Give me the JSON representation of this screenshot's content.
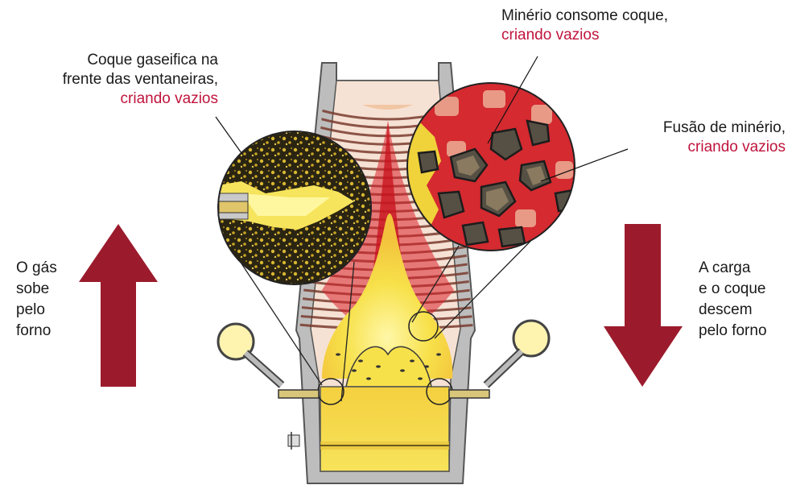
{
  "labels": {
    "coke_gasifies": {
      "line1": "Coque gaseifica na",
      "line2": "frente das ventaneiras,",
      "highlight": "criando vazios"
    },
    "ore_consumes": {
      "line1": "Minério consome coque,",
      "highlight": "criando vazios"
    },
    "ore_melting": {
      "line1": "Fusão de minério,",
      "highlight": "criando vazios"
    },
    "gas_rises": [
      "O gás",
      "sobe",
      "pelo",
      "forno"
    ],
    "charge_descends": [
      "A carga",
      "e o coque",
      "descem",
      "pelo forno"
    ]
  },
  "colors": {
    "arrow": "#9b1b2c",
    "highlight_text": "#c0143c",
    "furnace_wall": "#bdbdbd",
    "flame_yellow": "#f7e14a",
    "hot_red": "#d8202a",
    "layer_peach": "#f1c6a4"
  }
}
